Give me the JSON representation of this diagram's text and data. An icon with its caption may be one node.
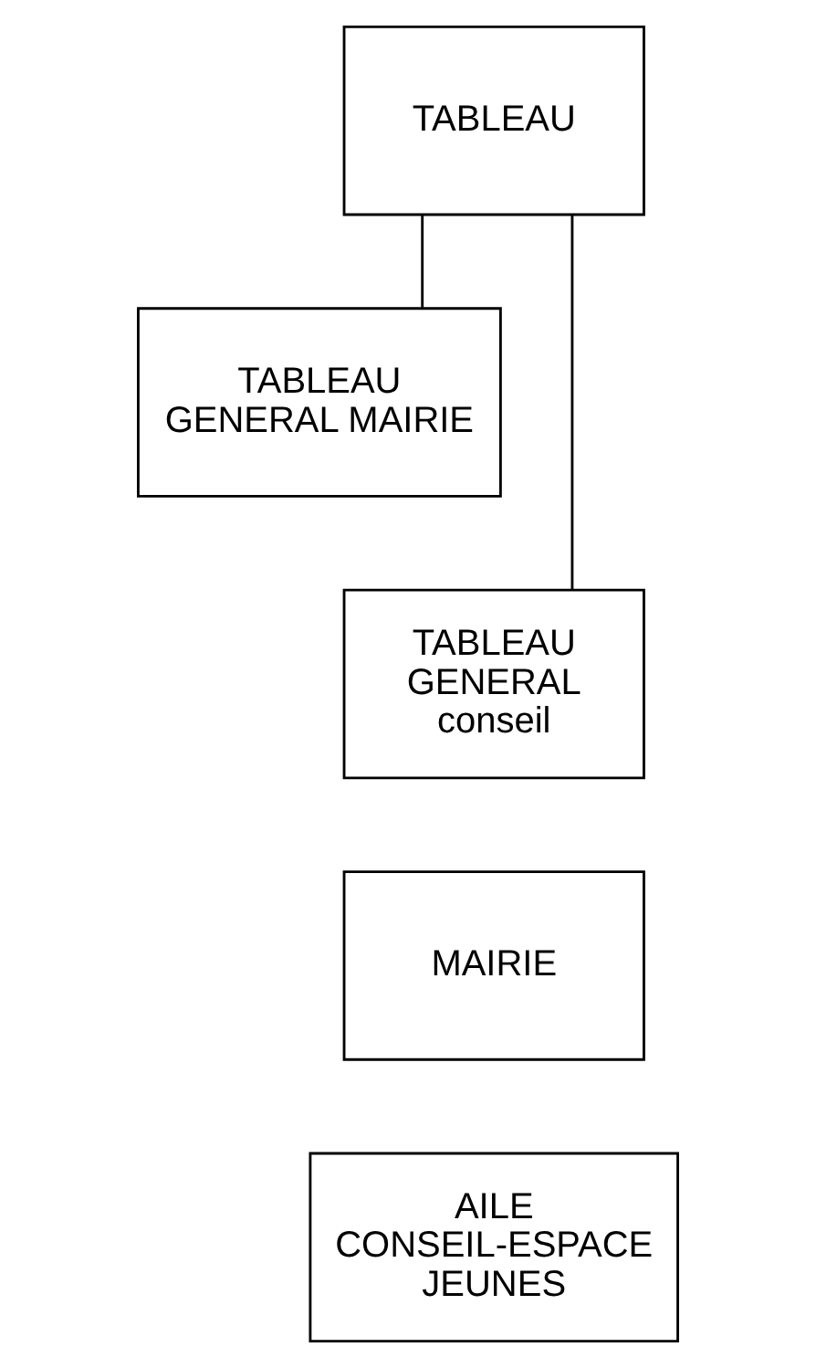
{
  "diagram": {
    "nodes": [
      {
        "text": [
          "TABLEAU"
        ]
      },
      {
        "text": [
          "TABLEAU GENERAL MAIRIE"
        ]
      },
      {
        "text": [
          "TABLEAU GENERAL conseil"
        ]
      },
      {
        "text": [
          "MAIRIE"
        ]
      },
      {
        "text": [
          "AILE CONSEIL-ESPACE JEUNES"
        ]
      }
    ],
    "edges": [
      {
        "from": 0,
        "to": 1,
        "arrow": "none"
      },
      {
        "from": 0,
        "to": 2,
        "arrow": "none"
      }
    ]
  }
}
